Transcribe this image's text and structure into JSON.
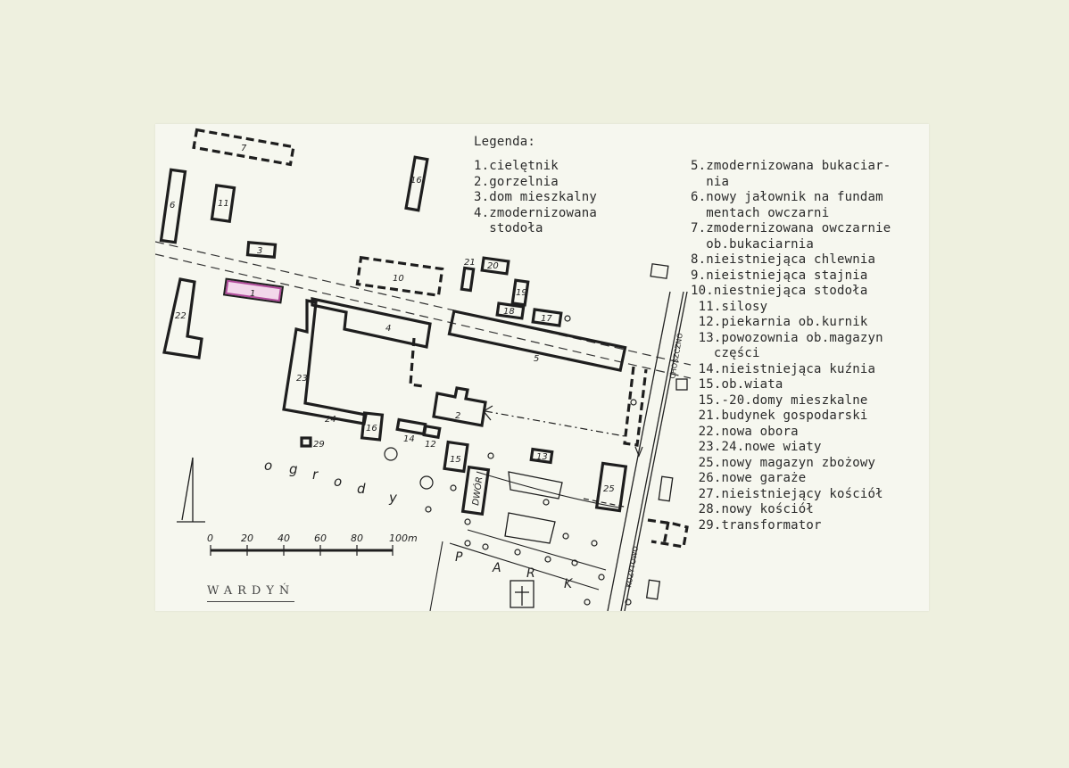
{
  "legend": {
    "title": "Legenda:",
    "left_items": [
      "1.cielętnik",
      "2.gorzelnia",
      "3.dom mieszkalny",
      "4.zmodernizowana",
      "  stodoła"
    ],
    "right_items": [
      "5.zmodernizowana bukaciar-",
      "  nia",
      "6.nowy jałownik na fundam",
      "  mentach owczarni",
      "7.zmodernizowana owczarnie",
      "  ob.bukaciarnia",
      "8.nieistniejąca chlewnia",
      "9.nieistniejąca stajnia",
      "10.niestniejąca stodoła",
      " 11.silosy",
      " 12.piekarnia ob.kurnik",
      " 13.powozownia ob.magazyn",
      "   części",
      " 14.nieistniejąca kuźnia",
      " 15.ob.wiata",
      " 15.-20.domy mieszkalne",
      " 21.budynek gospodarski",
      " 22.nowa obora",
      " 23.24.nowe wiaty",
      " 25.nowy magazyn zbożowy",
      " 26.nowe garaże",
      " 27.nieistniejący kościół",
      " 28.nowy kościół",
      " 29.transformator"
    ]
  },
  "map": {
    "place_name": "WARDYŃ",
    "garden_letters": [
      "o",
      "g",
      "r",
      "o",
      "d",
      "y"
    ],
    "park_letters": [
      "P",
      "A",
      "R",
      "K"
    ],
    "road_labels": {
      "north": "CHOSZCZNO",
      "south": "KOZYTOWO"
    },
    "highlight_color": "#b04a9a",
    "building_numbers": [
      "1",
      "2",
      "3",
      "4",
      "5",
      "6",
      "7",
      "10",
      "11",
      "12",
      "13",
      "14",
      "15",
      "16",
      "16",
      "17",
      "18",
      "19",
      "20",
      "21",
      "22",
      "23",
      "24",
      "25",
      "29"
    ],
    "dwor_label": "DWÓR"
  },
  "scale_bar": {
    "labels": [
      "0",
      "20",
      "40",
      "60",
      "80",
      "100m"
    ]
  }
}
